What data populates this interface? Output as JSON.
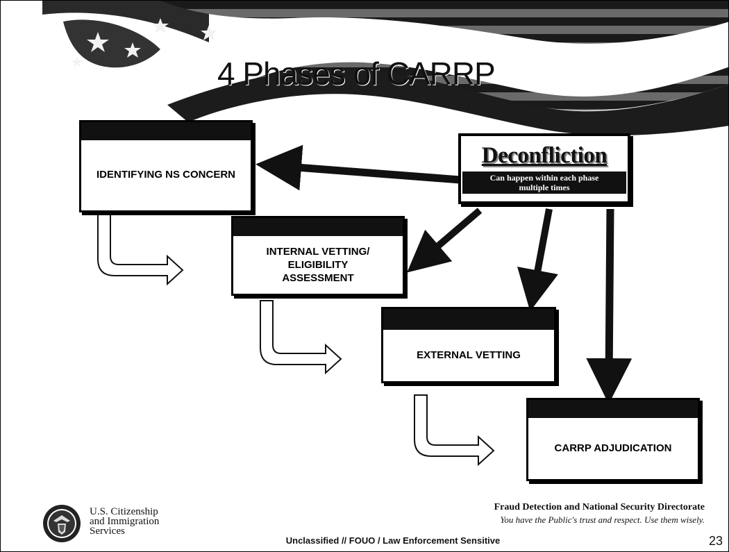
{
  "slide": {
    "title": "4 Phases of CARRP",
    "deconfliction": {
      "title": "Deconfliction",
      "subtitle_line1": "Can happen within each phase",
      "subtitle_line2": "multiple times"
    },
    "phases": [
      {
        "header": "",
        "body": "IDENTIFYING NS CONCERN"
      },
      {
        "header": "",
        "body_line1": "INTERNAL VETTING/",
        "body_line2": "ELIGIBILITY",
        "body_line3": "ASSESSMENT"
      },
      {
        "header_line1": "",
        "header_line2": "",
        "body": "EXTERNAL VETTING"
      },
      {
        "header": "",
        "body": "CARRP ADJUDICATION"
      }
    ]
  },
  "footer": {
    "agency_line1": "U.S. Citizenship",
    "agency_line2": "and Immigration",
    "agency_line3": "Services",
    "directorate": "Fraud Detection and National Security Directorate",
    "motto": "You have the Public's trust and respect. Use them wisely.",
    "classification": "Unclassified // FOUO / Law Enforcement Sensitive",
    "page_number": "23"
  },
  "colors": {
    "box_border": "#000000",
    "header_fill": "#111111",
    "arrow_fill": "#111111"
  }
}
